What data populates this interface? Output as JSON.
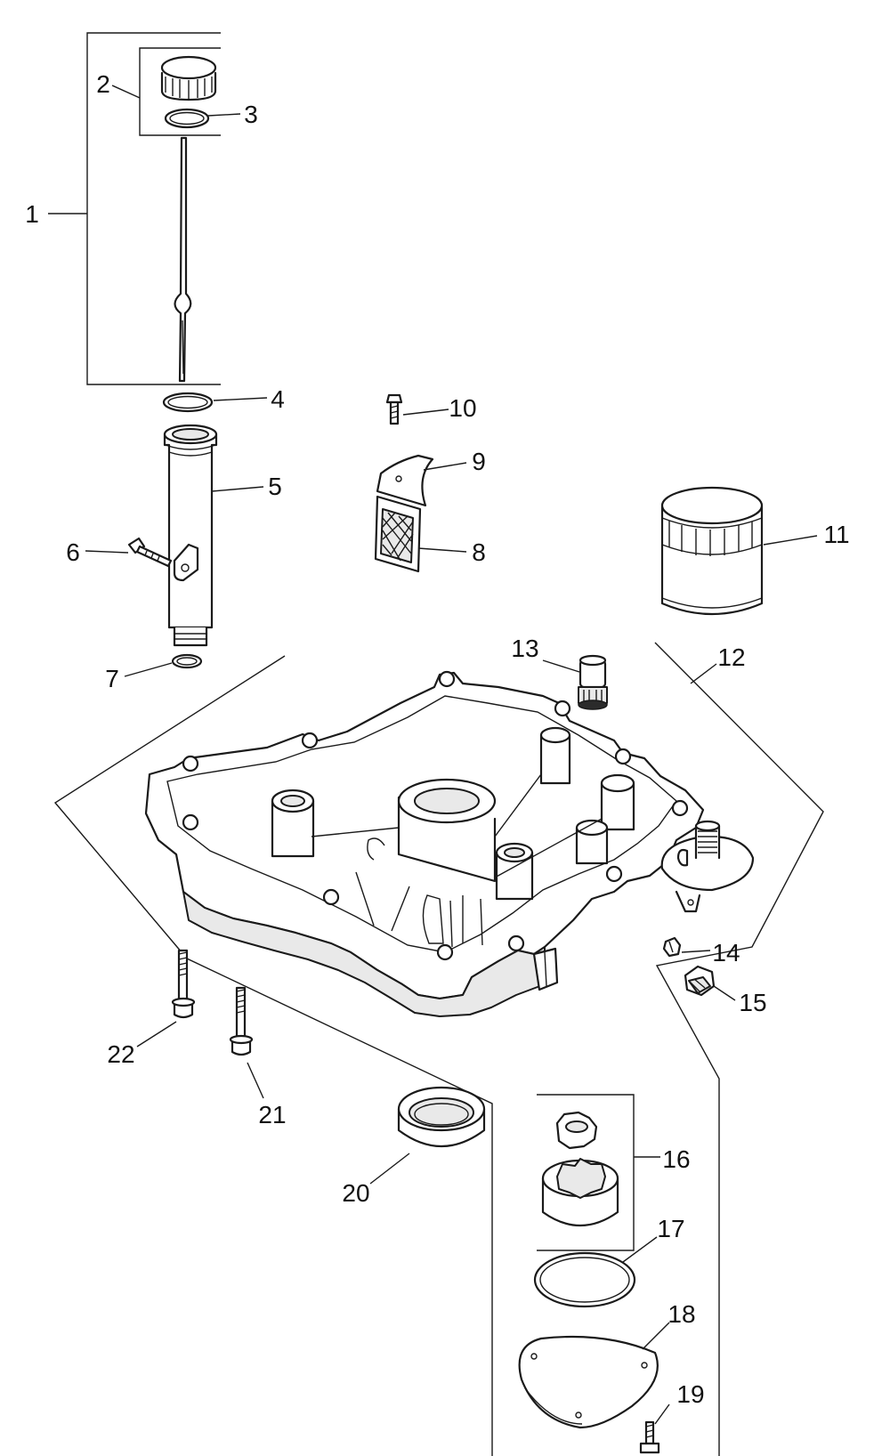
{
  "callouts": [
    {
      "id": "1",
      "label": "1"
    },
    {
      "id": "2",
      "label": "2"
    },
    {
      "id": "3",
      "label": "3"
    },
    {
      "id": "4",
      "label": "4"
    },
    {
      "id": "5",
      "label": "5"
    },
    {
      "id": "6",
      "label": "6"
    },
    {
      "id": "7",
      "label": "7"
    },
    {
      "id": "8",
      "label": "8"
    },
    {
      "id": "9",
      "label": "9"
    },
    {
      "id": "10",
      "label": "10"
    },
    {
      "id": "11",
      "label": "11"
    },
    {
      "id": "12",
      "label": "12"
    },
    {
      "id": "13",
      "label": "13"
    },
    {
      "id": "14",
      "label": "14"
    },
    {
      "id": "15",
      "label": "15"
    },
    {
      "id": "16",
      "label": "16"
    },
    {
      "id": "17",
      "label": "17"
    },
    {
      "id": "18",
      "label": "18"
    },
    {
      "id": "19",
      "label": "19"
    },
    {
      "id": "20",
      "label": "20"
    },
    {
      "id": "21",
      "label": "21"
    },
    {
      "id": "22",
      "label": "22"
    }
  ],
  "colors": {
    "line": "#1a1a1a",
    "background": "#ffffff"
  }
}
